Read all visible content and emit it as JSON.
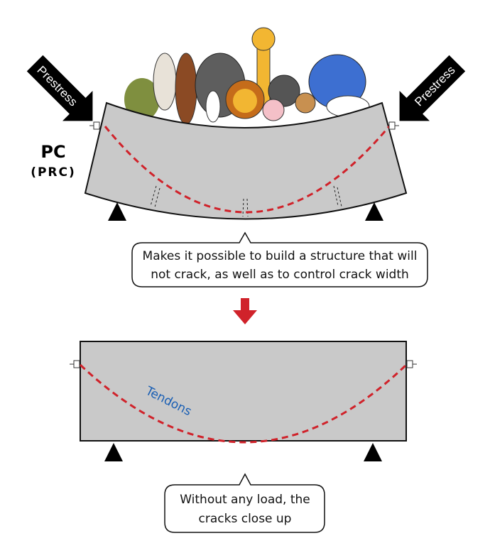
{
  "labels": {
    "prestress_left": "Prestress",
    "prestress_right": "Prestress",
    "pc": "PC",
    "prc": "(PRC)",
    "tendons": "Tendons"
  },
  "callouts": {
    "top_line1": "Makes it possible to build a structure that will",
    "top_line2": "not crack, as well as to control crack width",
    "bottom_line1": "Without any load, the",
    "bottom_line2": "cracks close up"
  },
  "colors": {
    "concrete": "#c9c9c9",
    "tendon": "#d0222a",
    "tendon_label": "#1a5fb4",
    "arrow": "#000000",
    "down_arrow": "#d0222a"
  }
}
